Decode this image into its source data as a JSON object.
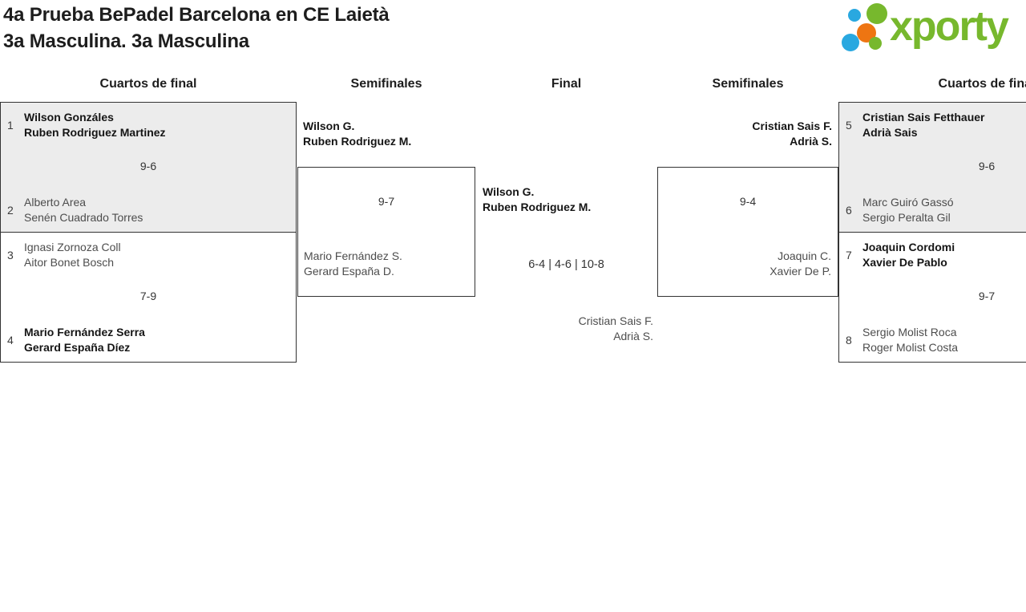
{
  "title": {
    "line1": "4a Prueba BePadel Barcelona en CE Laietà",
    "line2": "3a Masculina. 3a Masculina"
  },
  "logo": {
    "wordmark": "xporty"
  },
  "colors": {
    "logo_green": "#77b82d",
    "logo_blue": "#29a8e0",
    "logo_orange": "#ee7512",
    "box_gray": "#ececec",
    "border": "#333333"
  },
  "round_headers": {
    "left_quarters": "Cuartos de final",
    "left_semis": "Semifinales",
    "final": "Final",
    "right_semis": "Semifinales",
    "right_quarters": "Cuartos de final"
  },
  "bracket": {
    "left_quarters": {
      "match1": {
        "seed_a": "1",
        "team_a": {
          "p1": "Wilson Gonzáles",
          "p2": "Ruben Rodriguez Martinez"
        },
        "score": "9-6",
        "seed_b": "2",
        "team_b": {
          "p1": "Alberto Area",
          "p2": "Senén Cuadrado Torres"
        }
      },
      "match2": {
        "seed_a": "3",
        "team_a": {
          "p1": "Ignasi Zornoza Coll",
          "p2": "Aitor Bonet Bosch"
        },
        "score": "7-9",
        "seed_b": "4",
        "team_b": {
          "p1": "Mario Fernández Serra",
          "p2": "Gerard España Díez"
        }
      }
    },
    "left_semi": {
      "winner": {
        "p1": "Wilson G.",
        "p2": "Ruben Rodriguez M."
      },
      "score": "9-7",
      "loser": {
        "p1": "Mario Fernández S.",
        "p2": "Gerard España D."
      }
    },
    "final": {
      "team_top": {
        "p1": "Wilson G.",
        "p2": "Ruben Rodriguez M."
      },
      "score": "6-4 | 4-6 | 10-8",
      "team_bottom": {
        "p1": "Cristian Sais F.",
        "p2": "Adrià S."
      }
    },
    "right_semi": {
      "winner": {
        "p1": "Cristian Sais F.",
        "p2": "Adrià S."
      },
      "score": "9-4",
      "loser": {
        "p1": "Joaquin C.",
        "p2": "Xavier De P."
      }
    },
    "right_quarters": {
      "match1": {
        "seed_a": "5",
        "team_a": {
          "p1": "Cristian Sais Fetthauer",
          "p2": "Adrià Sais"
        },
        "score": "9-6",
        "seed_b": "6",
        "team_b": {
          "p1": "Marc Guiró Gassó",
          "p2": "Sergio Peralta Gil"
        }
      },
      "match2": {
        "seed_a": "7",
        "team_a": {
          "p1": "Joaquin Cordomi",
          "p2": "Xavier De Pablo"
        },
        "score": "9-7",
        "seed_b": "8",
        "team_b": {
          "p1": "Sergio Molist Roca",
          "p2": "Roger Molist Costa"
        }
      }
    }
  }
}
